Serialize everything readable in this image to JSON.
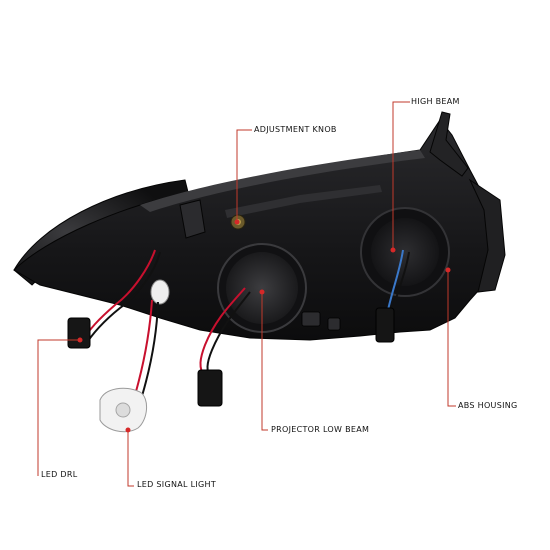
{
  "callouts": {
    "high_beam": "HIGH BEAM",
    "adjustment_knob": "ADJUSTMENT KNOB",
    "abs_housing": "ABS HOUSING",
    "projector_low_beam": "PROJECTOR LOW BEAM",
    "led_drl": "LED DRL",
    "led_signal_light": "LED SIGNAL LIGHT"
  },
  "colors": {
    "leader_line": "#c0392b",
    "dot": "#d62828",
    "housing": "#1c1c1e",
    "housing_light": "#3a3a3d",
    "wire_red": "#c8102e",
    "wire_blue": "#3a78c9",
    "bulb_white": "#eeeeee"
  }
}
